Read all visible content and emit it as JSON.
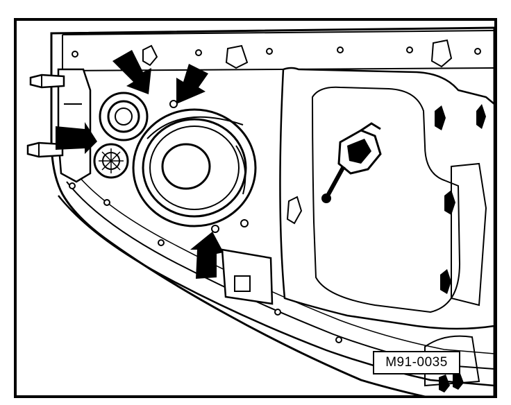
{
  "figure": {
    "reference_label": "M91-0035",
    "line_color": "#000000",
    "background_color": "#ffffff",
    "arrows": [
      {
        "name": "arrow-upper-left"
      },
      {
        "name": "arrow-upper-right"
      },
      {
        "name": "arrow-left"
      },
      {
        "name": "arrow-bottom"
      }
    ]
  }
}
